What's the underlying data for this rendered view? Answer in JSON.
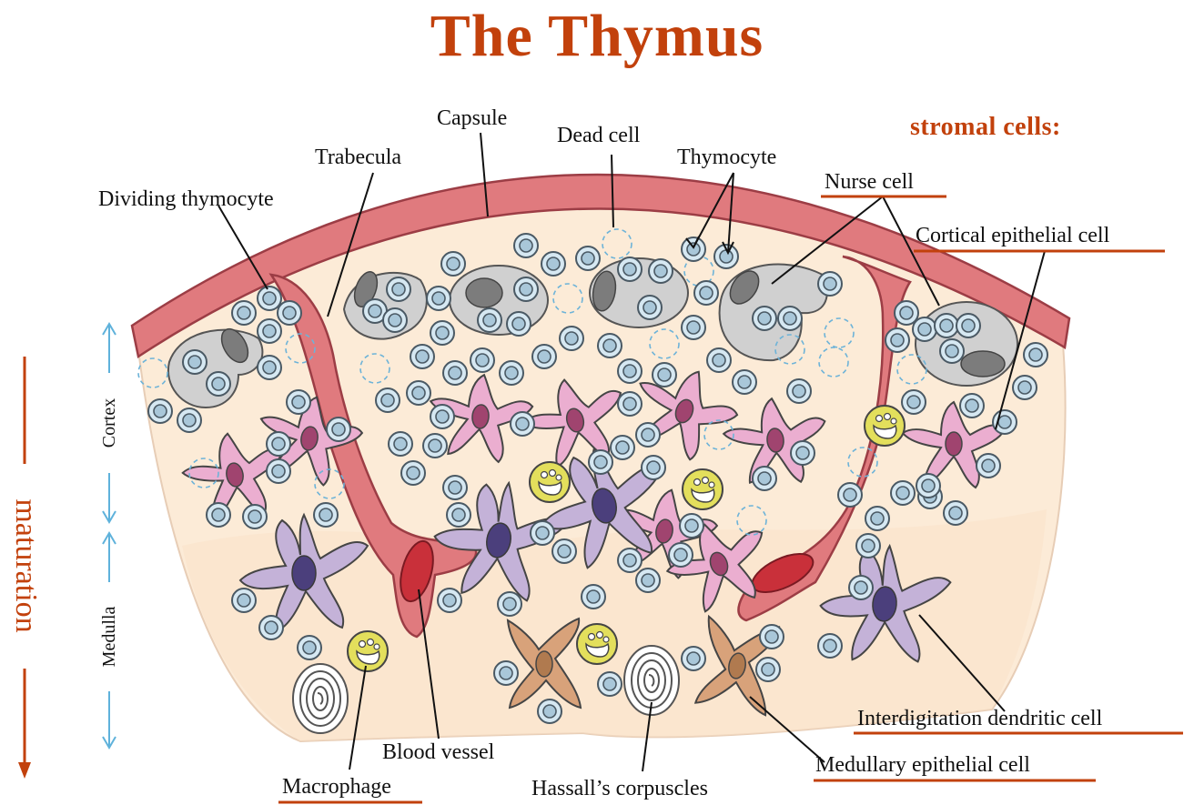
{
  "title": "The Thymus",
  "stromal_heading": "stromal cells:",
  "maturation_label": "maturation",
  "zones": {
    "cortex": "Cortex",
    "medulla": "Medulla"
  },
  "labels": {
    "capsule": "Capsule",
    "dead_cell": "Dead cell",
    "trabecula": "Trabecula",
    "thymocyte": "Thymocyte",
    "dividing_thymocyte": "Dividing thymocyte",
    "nurse_cell": "Nurse cell",
    "cortical_epithelial_cell": "Cortical epithelial cell",
    "interdigitation_dendritic_cell": "Interdigitation dendritic cell",
    "medullary_epithelial_cell": "Medullary epithelial cell",
    "blood_vessel": "Blood vessel",
    "macrophage": "Macrophage",
    "hassalls_corpuscles": "Hassall’s corpuscles"
  },
  "colors": {
    "accent": "#c2410c",
    "capsule": "#e07a7e",
    "tissue": "#fcebd7",
    "thymocyte": "#d6e8f2",
    "cortical_epithelial": "#ebaed0",
    "dendritic": "#c4b2d8",
    "medullary_epithelial": "#d8a27a",
    "macrophage": "#e3df5c",
    "nurse": "#d0d0d0",
    "arrow": "#5fb2db"
  }
}
